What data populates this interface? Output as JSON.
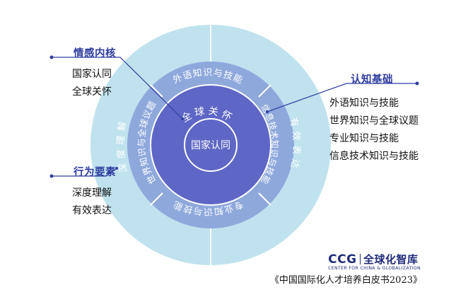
{
  "rings": {
    "center": "国家认同",
    "inner": "全球关怀",
    "middle_top": "外语知识与技能",
    "middle_right": "信息技术知识与技能",
    "middle_bottom": "专业知识与技能",
    "middle_left": "世界知识与全球议题",
    "outer_right": "有效表达",
    "outer_left": "深度理解"
  },
  "left_top": {
    "heading": "情感内核",
    "items": [
      "国家认同",
      "全球关怀"
    ]
  },
  "left_bottom": {
    "heading": "行为要素",
    "items": [
      "深度理解",
      "有效表达"
    ]
  },
  "right": {
    "heading": "认知基础",
    "items": [
      "外语知识与技能",
      "世界知识与全球议题",
      "专业知识与技能",
      "信息技术知识与技能"
    ]
  },
  "logo": {
    "abbr": "CCG",
    "chinese": "全球化智库",
    "english": "CENTER FOR CHINA & GLOBALIZATION"
  },
  "source": "《中国国际化人才培养白皮书2023》",
  "colors": {
    "outer_ring": "#bfe2ee",
    "middle_ring": "#8fa8dc",
    "inner_ring": "#5e67c6",
    "center": "#5e67c6",
    "accent": "#2f3ea0",
    "connector_dot": "#2f3ea0"
  }
}
